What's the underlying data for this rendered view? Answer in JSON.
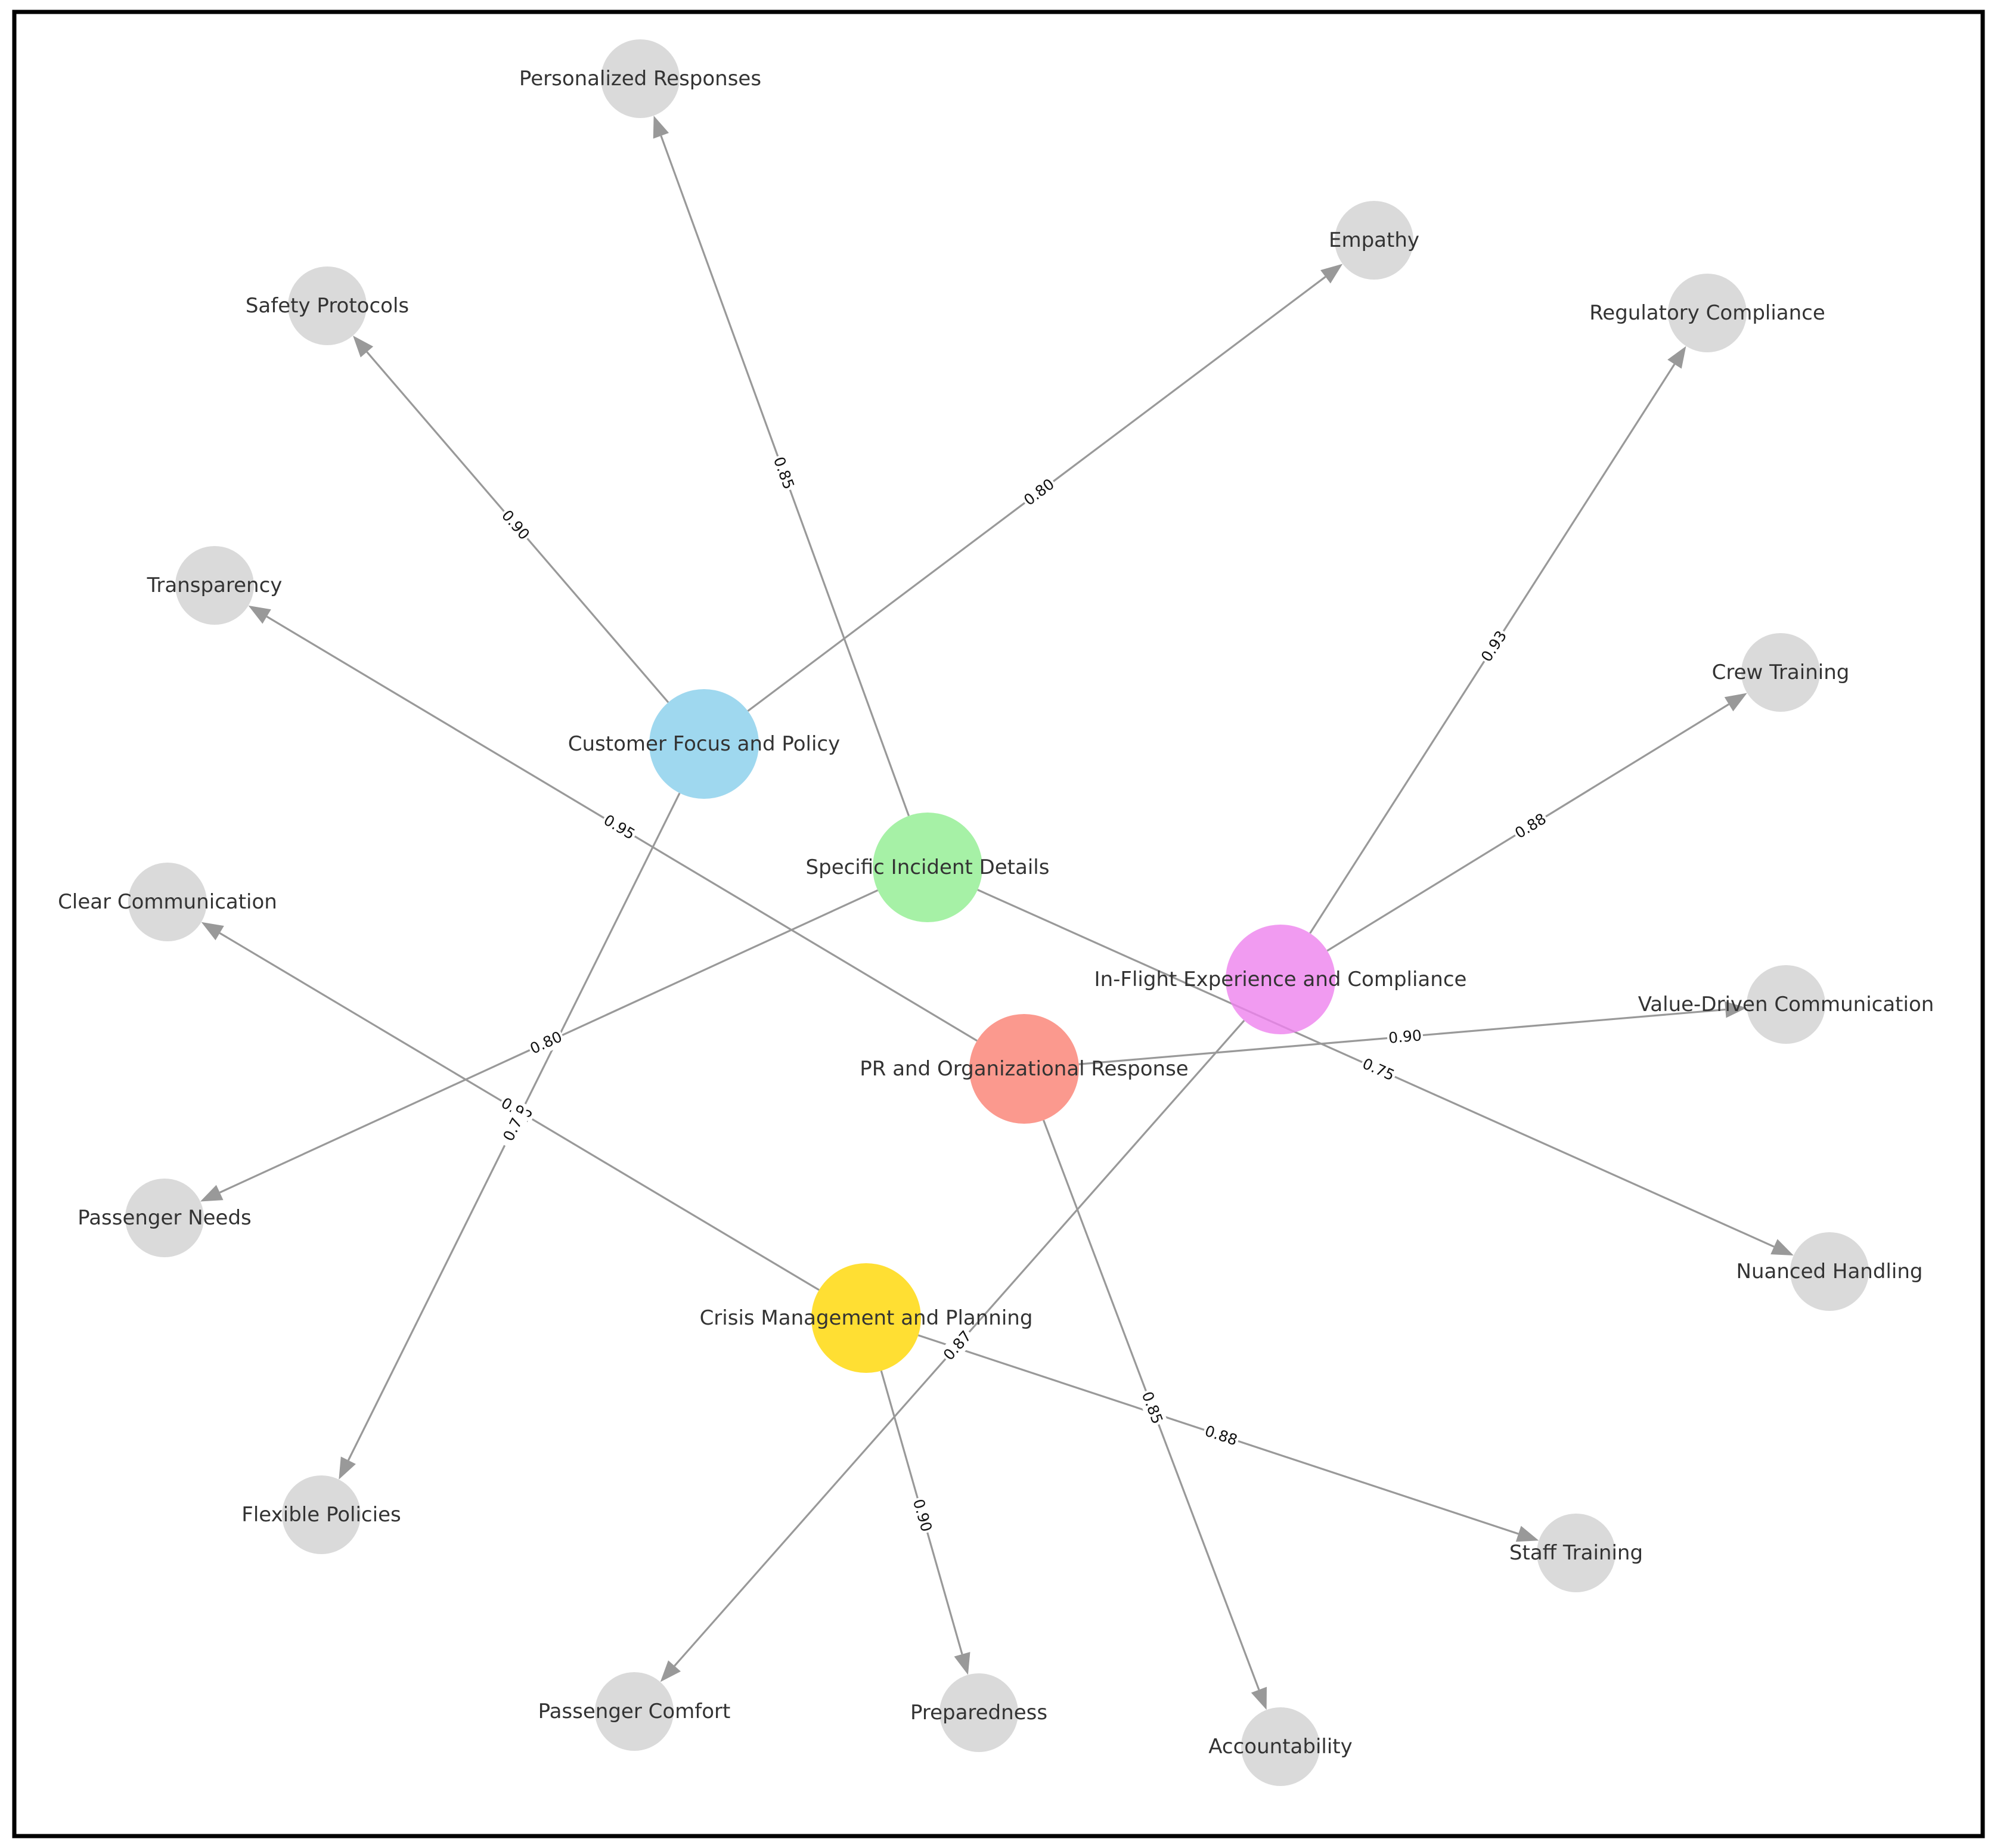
{
  "graph": {
    "nodes": [
      {
        "id": "customer",
        "label": "Customer Focus and Policy",
        "color": "#87ceeb",
        "kind": "hub"
      },
      {
        "id": "incident",
        "label": "Specific Incident Details",
        "color": "#90ee90",
        "kind": "hub"
      },
      {
        "id": "inflight",
        "label": "In-Flight Experience and Compliance",
        "color": "#ee82ee",
        "kind": "hub"
      },
      {
        "id": "pr",
        "label": "PR and Organizational Response",
        "color": "#fa8072",
        "kind": "hub"
      },
      {
        "id": "crisis",
        "label": "Crisis Management and Planning",
        "color": "#ffd700",
        "kind": "hub"
      },
      {
        "id": "personalized",
        "label": "Personalized Responses",
        "color": "#d3d3d3",
        "kind": "leaf"
      },
      {
        "id": "empathy",
        "label": "Empathy",
        "color": "#d3d3d3",
        "kind": "leaf"
      },
      {
        "id": "safety",
        "label": "Safety Protocols",
        "color": "#d3d3d3",
        "kind": "leaf"
      },
      {
        "id": "regulatory",
        "label": "Regulatory Compliance",
        "color": "#d3d3d3",
        "kind": "leaf"
      },
      {
        "id": "transparency",
        "label": "Transparency",
        "color": "#d3d3d3",
        "kind": "leaf"
      },
      {
        "id": "crewtraining",
        "label": "Crew Training",
        "color": "#d3d3d3",
        "kind": "leaf"
      },
      {
        "id": "clearcomm",
        "label": "Clear Communication",
        "color": "#d3d3d3",
        "kind": "leaf"
      },
      {
        "id": "valuecomm",
        "label": "Value-Driven Communication",
        "color": "#d3d3d3",
        "kind": "leaf"
      },
      {
        "id": "passneeds",
        "label": "Passenger Needs",
        "color": "#d3d3d3",
        "kind": "leaf"
      },
      {
        "id": "nuanced",
        "label": "Nuanced Handling",
        "color": "#d3d3d3",
        "kind": "leaf"
      },
      {
        "id": "flexible",
        "label": "Flexible Policies",
        "color": "#d3d3d3",
        "kind": "leaf"
      },
      {
        "id": "stafftraining",
        "label": "Staff Training",
        "color": "#d3d3d3",
        "kind": "leaf"
      },
      {
        "id": "comfort",
        "label": "Passenger Comfort",
        "color": "#d3d3d3",
        "kind": "leaf"
      },
      {
        "id": "preparedness",
        "label": "Preparedness",
        "color": "#d3d3d3",
        "kind": "leaf"
      },
      {
        "id": "accountability",
        "label": "Accountability",
        "color": "#d3d3d3",
        "kind": "leaf"
      }
    ],
    "edges": [
      {
        "source": "incident",
        "target": "personalized",
        "label": "0.85"
      },
      {
        "source": "customer",
        "target": "empathy",
        "label": "0.80"
      },
      {
        "source": "customer",
        "target": "safety",
        "label": "0.90"
      },
      {
        "source": "inflight",
        "target": "regulatory",
        "label": "0.93"
      },
      {
        "source": "pr",
        "target": "transparency",
        "label": "0.95"
      },
      {
        "source": "inflight",
        "target": "crewtraining",
        "label": "0.88"
      },
      {
        "source": "crisis",
        "target": "clearcomm",
        "label": "0.92"
      },
      {
        "source": "pr",
        "target": "valuecomm",
        "label": "0.90"
      },
      {
        "source": "incident",
        "target": "passneeds",
        "label": "0.80"
      },
      {
        "source": "incident",
        "target": "nuanced",
        "label": "0.75"
      },
      {
        "source": "customer",
        "target": "flexible",
        "label": "0.7"
      },
      {
        "source": "crisis",
        "target": "stafftraining",
        "label": "0.88"
      },
      {
        "source": "inflight",
        "target": "comfort",
        "label": "0.87"
      },
      {
        "source": "crisis",
        "target": "preparedness",
        "label": "0.90"
      },
      {
        "source": "pr",
        "target": "accountability",
        "label": "0.85"
      }
    ]
  }
}
